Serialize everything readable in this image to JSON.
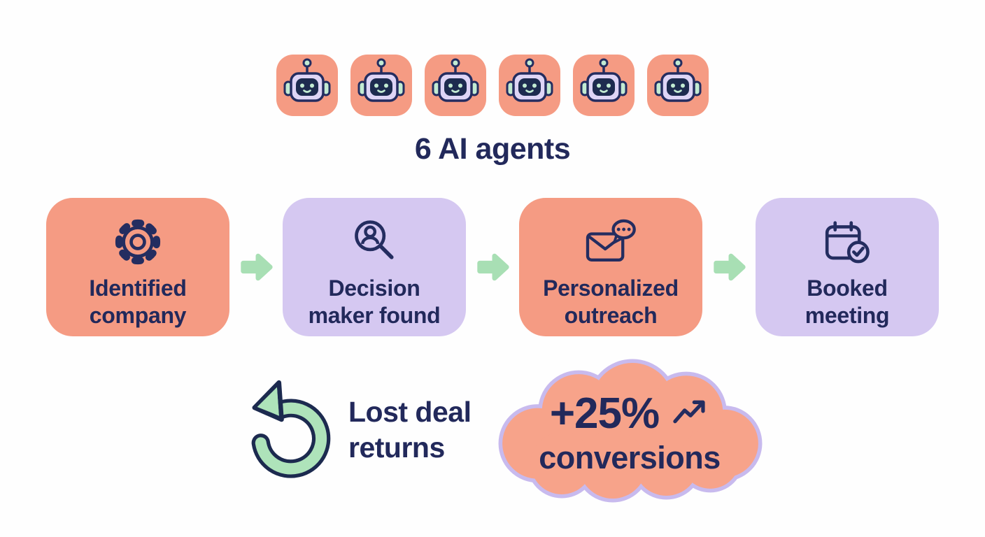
{
  "colors": {
    "background": "#FEFEFE",
    "salmon": "#F59B83",
    "lavender": "#D5C8F1",
    "mint": "#A8DFB4",
    "navy": "#22295B",
    "cloud_fill": "#F7A38A",
    "cloud_border": "#C8BAEE",
    "loop_green": "#AEE3BA",
    "robot_head": "#DED5F6",
    "robot_face": "#1D2B4F",
    "robot_accent": "#C2EBD2"
  },
  "agents": {
    "count": 6,
    "caption": "6 AI agents",
    "icon": "robot-icon"
  },
  "flow": {
    "connector_icon": "arrow-right-icon",
    "steps": [
      {
        "label": "Identified\ncompany",
        "icon": "gear-icon",
        "variant": "salmon"
      },
      {
        "label": "Decision\nmaker found",
        "icon": "search-person-icon",
        "variant": "lavender"
      },
      {
        "label": "Personalized\noutreach",
        "icon": "mail-chat-icon",
        "variant": "salmon"
      },
      {
        "label": "Booked\nmeeting",
        "icon": "calendar-check-icon",
        "variant": "lavender"
      }
    ]
  },
  "loop": {
    "icon": "return-arrow-icon",
    "label": "Lost deal\nreturns"
  },
  "badge": {
    "value": "+25%",
    "icon": "trending-up-icon",
    "label": "conversions"
  }
}
